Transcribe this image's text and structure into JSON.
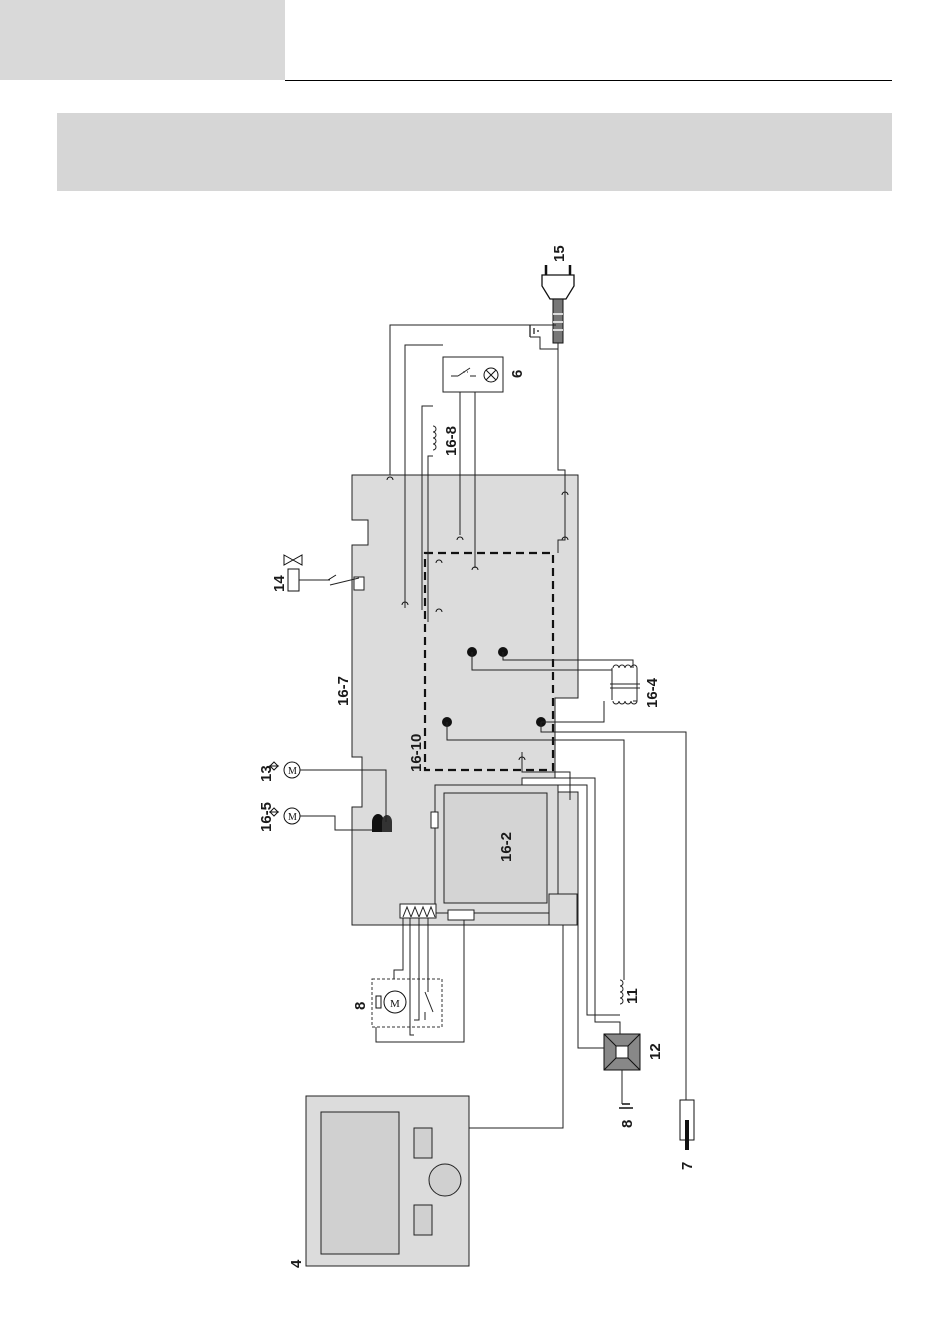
{
  "page": {
    "header_tab_color": "#d9d9d9",
    "title_band_color": "#d6d6d6",
    "board_color": "#dcdcdc"
  },
  "diagram": {
    "labels": {
      "plug": "15",
      "lamp_switch": "6",
      "coil_16_8": "16-8",
      "valve": "14",
      "board": "16-7",
      "transformer": "16-4",
      "dashed_module": "16-10",
      "fan_13": "13",
      "fan_16_5": "16-5",
      "sub_board": "16-2",
      "motor": "8",
      "coil_11": "11",
      "ignition": "12",
      "electrode": "8",
      "probe": "7",
      "display": "4"
    },
    "icons": [
      "plug-icon",
      "lamp-icon",
      "valve-icon",
      "fan-icon",
      "motor-icon",
      "coil-icon",
      "transformer-icon",
      "probe-icon",
      "ground-icon"
    ]
  }
}
